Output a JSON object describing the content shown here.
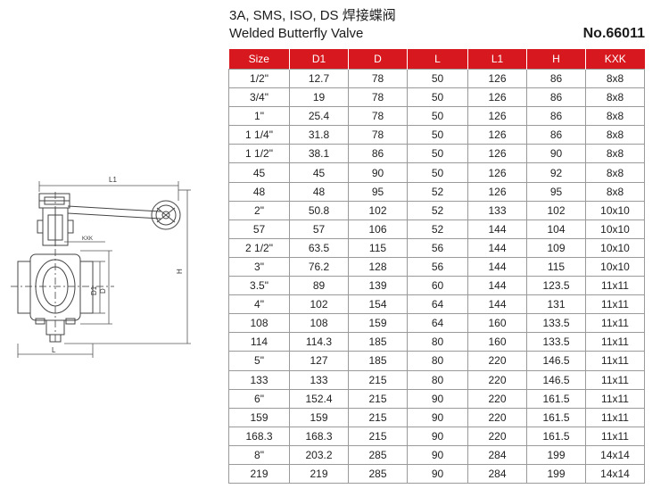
{
  "title": {
    "line1": "3A, SMS, ISO, DS 焊接蝶阀",
    "line2": "Welded Butterfly Valve",
    "model_no": "No.66011"
  },
  "drawing": {
    "labels": {
      "l1": "L1",
      "h": "H",
      "kxk": "KXK",
      "d1": "D1",
      "d": "D",
      "l": "L"
    }
  },
  "table": {
    "columns": [
      "Size",
      "D1",
      "D",
      "L",
      "L1",
      "H",
      "KXK"
    ],
    "rows": [
      [
        "1/2\"",
        "12.7",
        "78",
        "50",
        "126",
        "86",
        "8x8"
      ],
      [
        "3/4\"",
        "19",
        "78",
        "50",
        "126",
        "86",
        "8x8"
      ],
      [
        "1\"",
        "25.4",
        "78",
        "50",
        "126",
        "86",
        "8x8"
      ],
      [
        "1  1/4\"",
        "31.8",
        "78",
        "50",
        "126",
        "86",
        "8x8"
      ],
      [
        "1  1/2\"",
        "38.1",
        "86",
        "50",
        "126",
        "90",
        "8x8"
      ],
      [
        "45",
        "45",
        "90",
        "50",
        "126",
        "92",
        "8x8"
      ],
      [
        "48",
        "48",
        "95",
        "52",
        "126",
        "95",
        "8x8"
      ],
      [
        "2\"",
        "50.8",
        "102",
        "52",
        "133",
        "102",
        "10x10"
      ],
      [
        "57",
        "57",
        "106",
        "52",
        "144",
        "104",
        "10x10"
      ],
      [
        "2  1/2\"",
        "63.5",
        "115",
        "56",
        "144",
        "109",
        "10x10"
      ],
      [
        "3\"",
        "76.2",
        "128",
        "56",
        "144",
        "115",
        "10x10"
      ],
      [
        "3.5\"",
        "89",
        "139",
        "60",
        "144",
        "123.5",
        "11x11"
      ],
      [
        "4\"",
        "102",
        "154",
        "64",
        "144",
        "131",
        "11x11"
      ],
      [
        "108",
        "108",
        "159",
        "64",
        "160",
        "133.5",
        "11x11"
      ],
      [
        "114",
        "114.3",
        "185",
        "80",
        "160",
        "133.5",
        "11x11"
      ],
      [
        "5\"",
        "127",
        "185",
        "80",
        "220",
        "146.5",
        "11x11"
      ],
      [
        "133",
        "133",
        "215",
        "80",
        "220",
        "146.5",
        "11x11"
      ],
      [
        "6\"",
        "152.4",
        "215",
        "90",
        "220",
        "161.5",
        "11x11"
      ],
      [
        "159",
        "159",
        "215",
        "90",
        "220",
        "161.5",
        "11x11"
      ],
      [
        "168.3",
        "168.3",
        "215",
        "90",
        "220",
        "161.5",
        "11x11"
      ],
      [
        "8\"",
        "203.2",
        "285",
        "90",
        "284",
        "199",
        "14x14"
      ],
      [
        "219",
        "219",
        "285",
        "90",
        "284",
        "199",
        "14x14"
      ]
    ]
  }
}
